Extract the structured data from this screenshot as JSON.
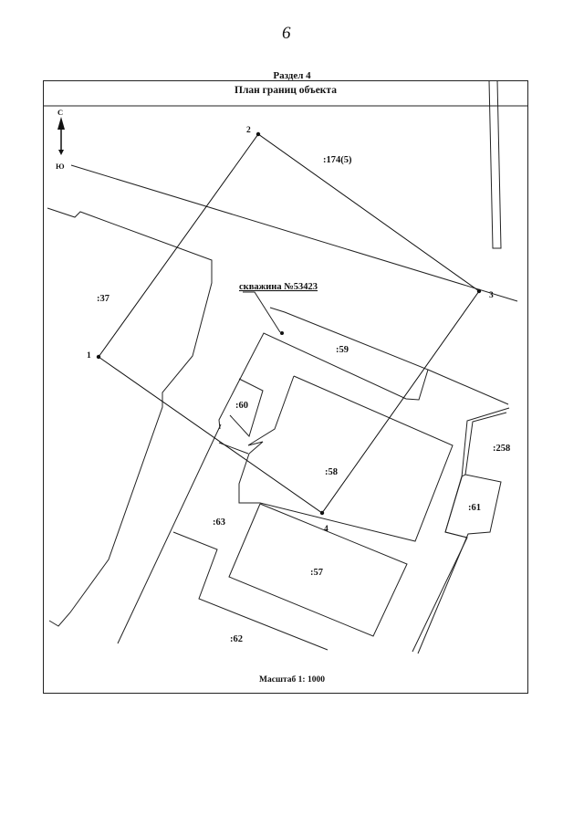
{
  "page_number": "6",
  "section": "Раздел 4",
  "title": "План границ объекта",
  "compass": {
    "north": "С",
    "south": "Ю"
  },
  "well_label": "скважина №53423",
  "points": [
    {
      "id": "1",
      "label": "1"
    },
    {
      "id": "2",
      "label": "2"
    },
    {
      "id": "3",
      "label": "3"
    },
    {
      "id": "4",
      "label": "4"
    }
  ],
  "parcels": [
    {
      "id": "174",
      "label": ":174(5)"
    },
    {
      "id": "37",
      "label": ":37"
    },
    {
      "id": "59",
      "label": ":59"
    },
    {
      "id": "60",
      "label": ":60"
    },
    {
      "id": "58",
      "label": ":58"
    },
    {
      "id": "258",
      "label": ":258"
    },
    {
      "id": "61",
      "label": ":61"
    },
    {
      "id": "63",
      "label": ":63"
    },
    {
      "id": "57",
      "label": ":57"
    },
    {
      "id": "62",
      "label": ":62"
    }
  ],
  "scale": "Масштаб 1: 1000"
}
